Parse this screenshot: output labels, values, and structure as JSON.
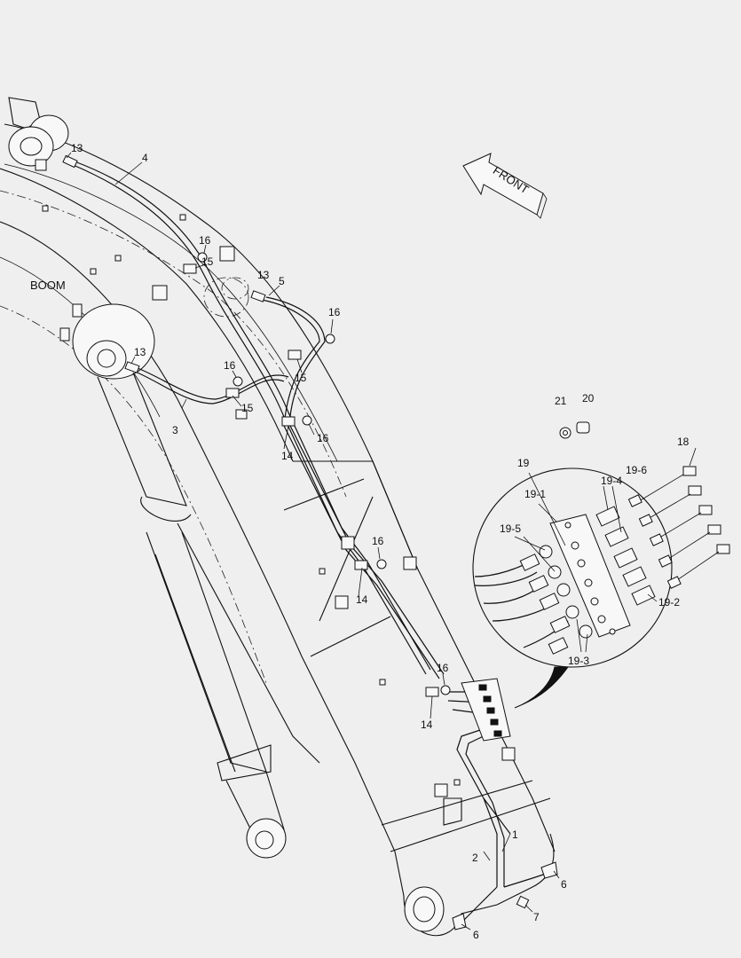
{
  "title_label": "BOOM",
  "direction_label": "FRONT",
  "callouts": [
    {
      "id": "c1",
      "text": "1"
    },
    {
      "id": "c2",
      "text": "2"
    },
    {
      "id": "c3",
      "text": "3"
    },
    {
      "id": "c4",
      "text": "4"
    },
    {
      "id": "c5",
      "text": "5"
    },
    {
      "id": "c6a",
      "text": "6"
    },
    {
      "id": "c6b",
      "text": "6"
    },
    {
      "id": "c7",
      "text": "7"
    },
    {
      "id": "c13a",
      "text": "13"
    },
    {
      "id": "c13b",
      "text": "13"
    },
    {
      "id": "c13c",
      "text": "13"
    },
    {
      "id": "c14a",
      "text": "14"
    },
    {
      "id": "c14b",
      "text": "14"
    },
    {
      "id": "c14c",
      "text": "14"
    },
    {
      "id": "c15a",
      "text": "15"
    },
    {
      "id": "c15b",
      "text": "15"
    },
    {
      "id": "c15c",
      "text": "15"
    },
    {
      "id": "c16a",
      "text": "16"
    },
    {
      "id": "c16b",
      "text": "16"
    },
    {
      "id": "c16c",
      "text": "16"
    },
    {
      "id": "c16d",
      "text": "16"
    },
    {
      "id": "c16e",
      "text": "16"
    },
    {
      "id": "c16f",
      "text": "16"
    },
    {
      "id": "c18",
      "text": "18"
    },
    {
      "id": "c19",
      "text": "19"
    },
    {
      "id": "c19_1",
      "text": "19-1"
    },
    {
      "id": "c19_2",
      "text": "19-2"
    },
    {
      "id": "c19_3",
      "text": "19-3"
    },
    {
      "id": "c19_4",
      "text": "19-4"
    },
    {
      "id": "c19_5",
      "text": "19-5"
    },
    {
      "id": "c19_6",
      "text": "19-6"
    },
    {
      "id": "c20",
      "text": "20"
    },
    {
      "id": "c21",
      "text": "21"
    }
  ]
}
